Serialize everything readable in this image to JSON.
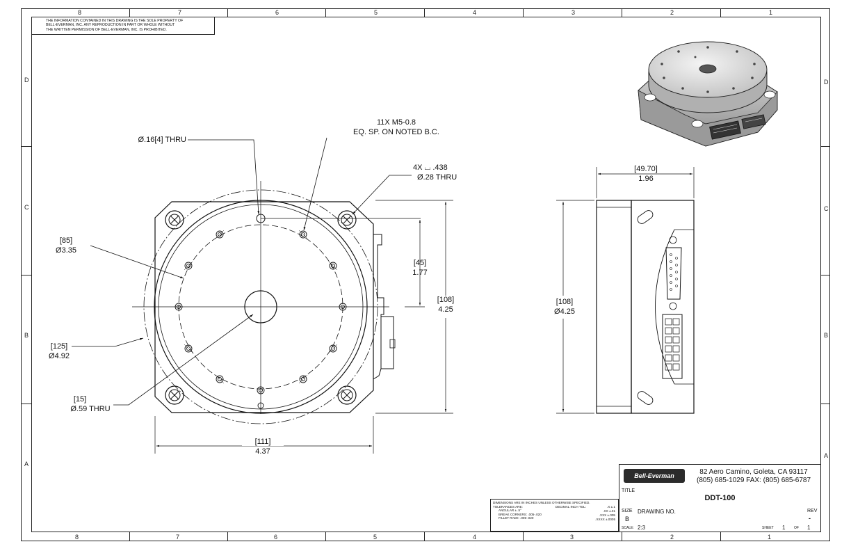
{
  "sheet": {
    "zones_top": [
      "8",
      "7",
      "6",
      "5",
      "4",
      "3",
      "2",
      "1"
    ],
    "zones_bottom": [
      "8",
      "7",
      "6",
      "5",
      "4",
      "3",
      "2",
      "1"
    ],
    "zones_left": [
      "D",
      "C",
      "B",
      "A"
    ],
    "zones_right": [
      "D",
      "C",
      "B",
      "A"
    ]
  },
  "notice": [
    "THE INFORMATION CONTAINED IN THIS DRAWING IS THE SOLE PROPERTY OF",
    "BELL-EVERMAN, INC. ANY REPRODUCTION IN PART OR WHOLE WITHOUT",
    "THE WRITTEN PERMISSION OF BELL-EVERMAN, INC. IS PROHIBITED."
  ],
  "front_view": {
    "hole_callout": "Ø.16[4] THRU",
    "thread_callout_1": "11X M5-0.8",
    "thread_callout_2": "EQ. SP. ON NOTED B.C.",
    "cbore_callout_1": "4X ⌴ .438",
    "cbore_callout_2": "Ø.28 THRU",
    "bc_metric": "[85]",
    "bc_inch": "Ø3.35",
    "outer_metric": "[125]",
    "outer_inch": "Ø4.92",
    "bore_metric": "[15]",
    "bore_inch": "Ø.59 THRU",
    "width_metric": "[111]",
    "width_inch": "4.37",
    "offset_metric": "[45]",
    "offset_inch": "1.77",
    "height_metric": "[108]",
    "height_inch": "4.25"
  },
  "side_view": {
    "depth_metric": "[49.70]",
    "depth_inch": "1.96",
    "dia_metric": "[108]",
    "dia_inch": "Ø4.25"
  },
  "tolerances": {
    "line1": "DIMENSIONS ARE IN INCHES UNLESS OTHERWISE SPECIFIED.",
    "line2": "TOLERANCES ARE:",
    "line2r": "DECIMAL INCH TOL:",
    "line3": "ANGULAR ± .5°",
    "line4": "BREAK CORNERS: .005-.020",
    "line5": "FILLET RADII: .005-.020",
    "tol_x": ".X    ±.1",
    "tol_xx": ".XX   ±.01",
    "tol_xxx": ".XXX  ±.005",
    "tol_xxxx": ".XXXX ±.0005"
  },
  "title_block": {
    "logo": "Bell-Everman",
    "address": "82 Aero Camino, Goleta, CA 93117",
    "phone": "(805) 685-1029 FAX: (805) 685-6787",
    "title_label": "TITLE",
    "title": "DDT-100",
    "size_label": "SIZE",
    "size_value": "B",
    "drawing_no_label": "DRAWING NO.",
    "rev_label": "REV",
    "rev_value": "-",
    "scale_label": "SCALE:",
    "scale_value": "2:3",
    "sheet_label": "SHEET",
    "sheet_value": "1",
    "of_label": "OF",
    "of_value": "1"
  }
}
